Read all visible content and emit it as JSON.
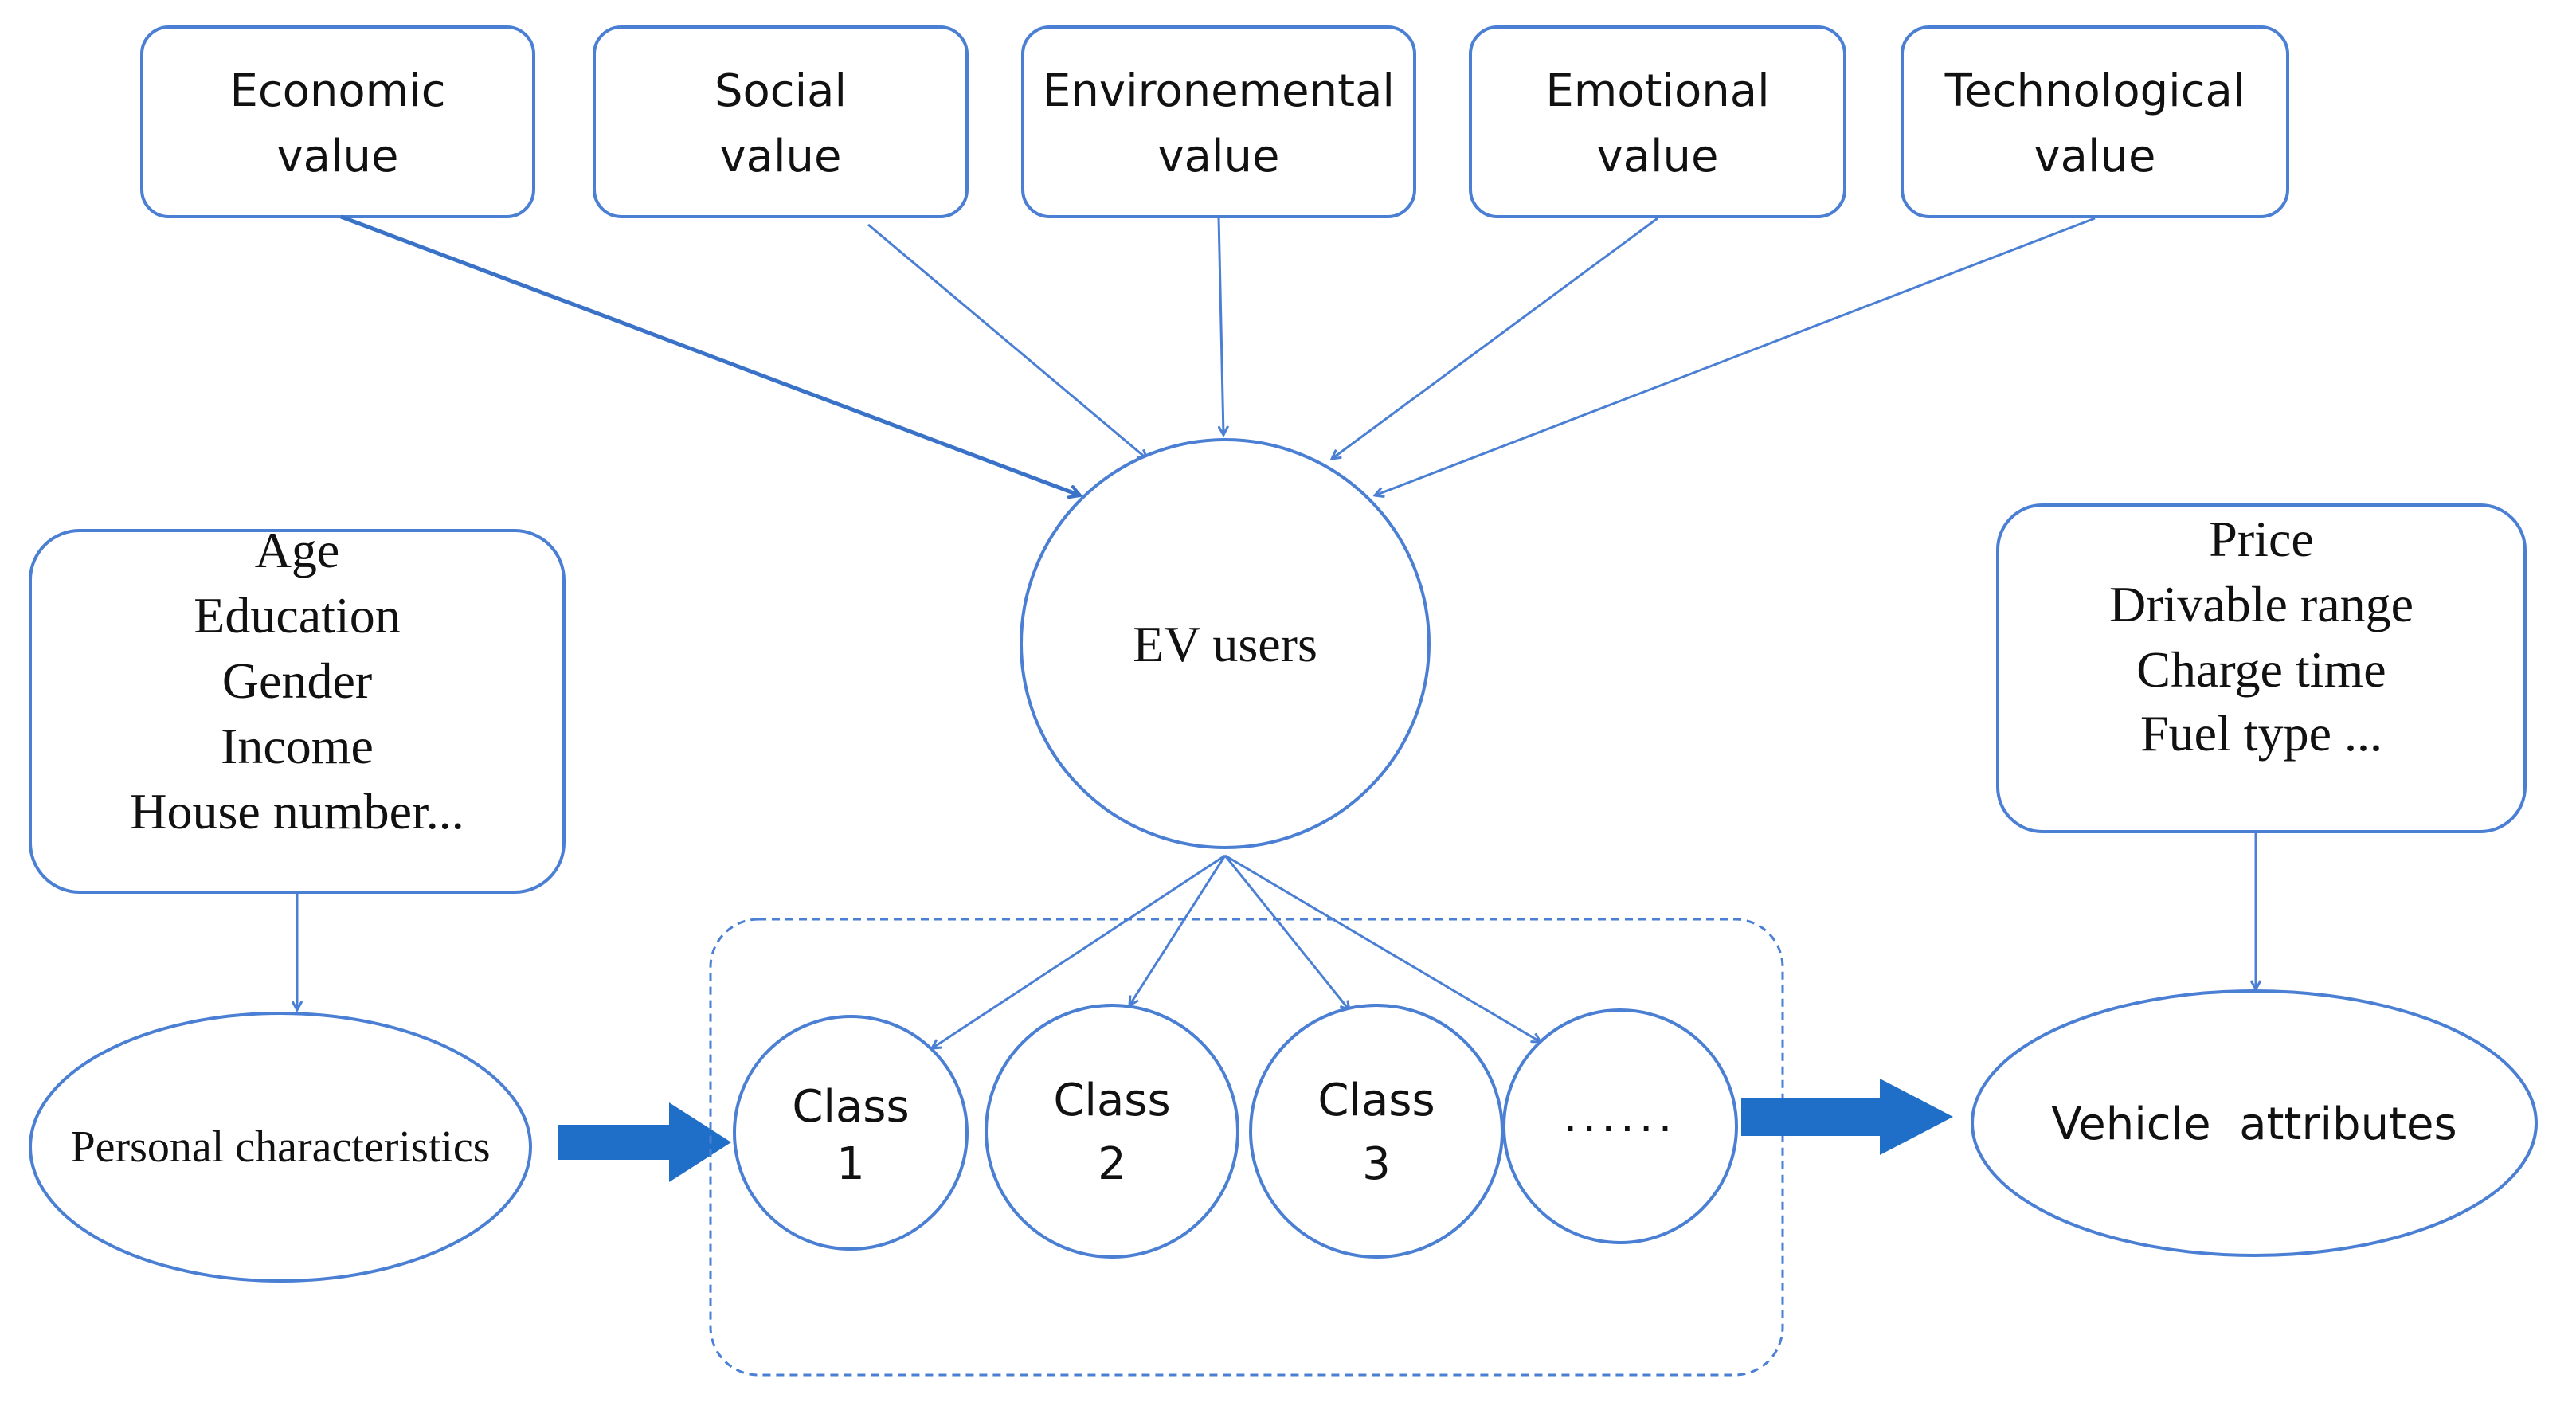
{
  "value_boxes": [
    {
      "line1": "Economic",
      "line2": "value"
    },
    {
      "line1": "Social",
      "line2": "value"
    },
    {
      "line1": "Environemental",
      "line2": "value"
    },
    {
      "line1": "Emotional",
      "line2": "value"
    },
    {
      "line1": "Technological",
      "line2": "value"
    }
  ],
  "center": {
    "label": "EV users"
  },
  "personal_box": {
    "lines": [
      "Age",
      "Education",
      "Gender",
      "Income",
      "House number..."
    ]
  },
  "personal_ellipse": {
    "label": "Personal characteristics"
  },
  "classes": [
    {
      "line1": "Class",
      "line2": "1"
    },
    {
      "line1": "Class",
      "line2": "2"
    },
    {
      "line1": "Class",
      "line2": "3"
    },
    {
      "line1": "......",
      "line2": ""
    }
  ],
  "vehicle_box": {
    "lines": [
      "Price",
      "Drivable range",
      "Charge time",
      "Fuel type ..."
    ]
  },
  "vehicle_ellipse": {
    "label": "Vehicle  attributes"
  },
  "colors": {
    "stroke": "#4a7fd4",
    "block_arrow": "#1f6fc9",
    "text": "#111111"
  }
}
